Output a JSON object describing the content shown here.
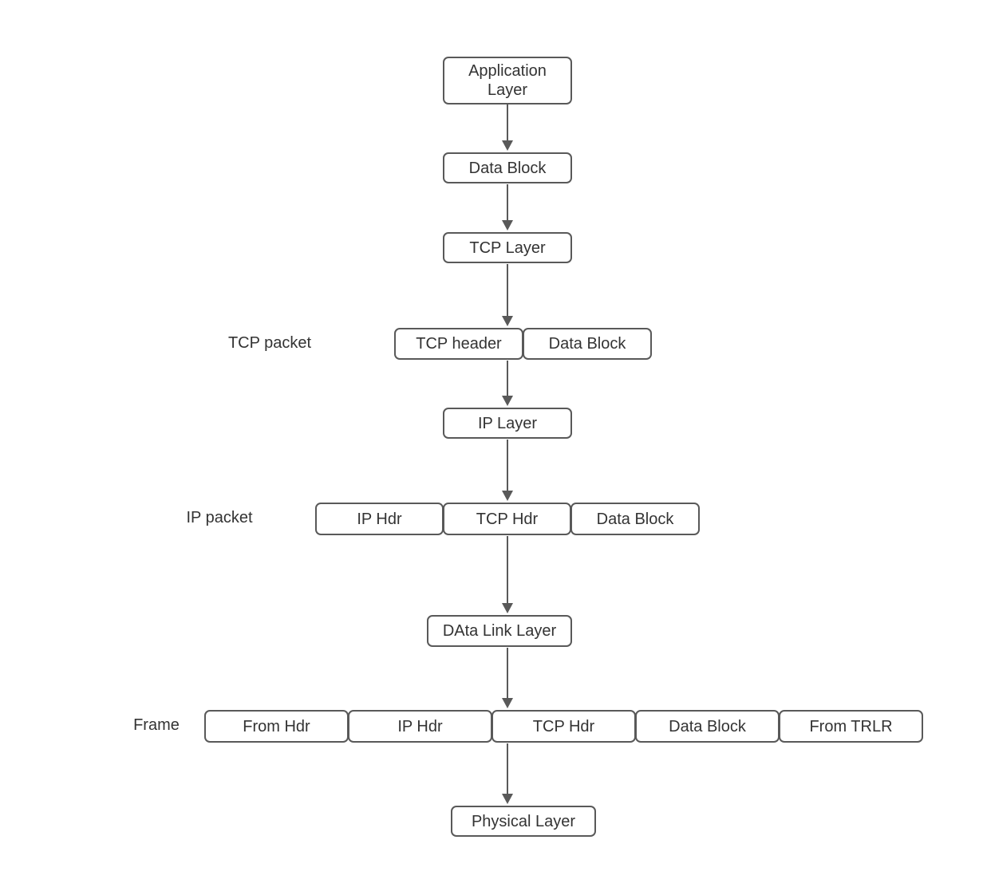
{
  "diagram": {
    "title_meaning": "TCP/IP data encapsulation flow",
    "colors": {
      "background": "#ffffff",
      "box_border": "#595959",
      "box_fill": "#ffffff",
      "text": "#333333",
      "arrow": "#595959"
    },
    "nodes": {
      "application_layer": "Application Layer",
      "data_block_app": "Data Block",
      "tcp_layer": "TCP Layer",
      "tcp_header": "TCP header",
      "tcp_data_block": "Data Block",
      "ip_layer": "IP Layer",
      "ip_hdr": "IP Hdr",
      "ip_tcp_hdr": "TCP Hdr",
      "ip_data_block": "Data Block",
      "data_link_layer": "DAta Link Layer",
      "frame_from_hdr": "From Hdr",
      "frame_ip_hdr": "IP Hdr",
      "frame_tcp_hdr": "TCP Hdr",
      "frame_data_block": "Data Block",
      "frame_from_trlr": "From TRLR",
      "physical_layer": "Physical Layer"
    },
    "row_labels": {
      "tcp_packet": "TCP packet",
      "ip_packet": "IP packet",
      "frame": "Frame"
    }
  }
}
